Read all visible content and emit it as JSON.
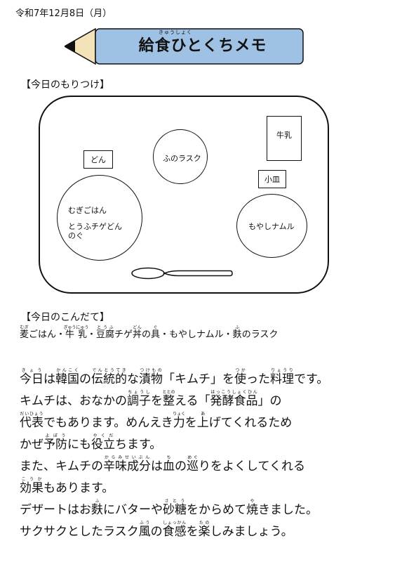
{
  "date": "令和7年12月8日（月）",
  "header": {
    "ruby": "きゅうしょく",
    "title": "給食ひとくちメモ"
  },
  "tray_section": {
    "label": "【今日のもりつけ】",
    "items": {
      "don_label": "どん",
      "bowl_line1": "むぎごはん",
      "bowl_line2": "とうふチゲどん",
      "bowl_line3": "のぐ",
      "rusk": "ふのラスク",
      "milk": "牛乳",
      "kozara_label": "小皿",
      "namul": "もやしナムル"
    }
  },
  "menu_section": {
    "label": "【今日のこんだて】",
    "items": [
      {
        "text": "麦",
        "rt": "むぎ"
      },
      {
        "text": "ごはん・"
      },
      {
        "text": "牛乳",
        "rt": "ぎゅうにゅう"
      },
      {
        "text": "・"
      },
      {
        "text": "豆腐",
        "rt": "とうふ"
      },
      {
        "text": "チゲ"
      },
      {
        "text": "丼",
        "rt": "どん"
      },
      {
        "text": "の"
      },
      {
        "text": "具",
        "rt": "ぐ"
      },
      {
        "text": "・もやしナムル・"
      },
      {
        "text": "麩",
        "rt": "ふ"
      },
      {
        "text": "のラスク"
      }
    ]
  },
  "message": [
    [
      {
        "text": "今日",
        "rt": "きょう"
      },
      {
        "text": "は"
      },
      {
        "text": "韓国",
        "rt": "かんこく"
      },
      {
        "text": "の"
      },
      {
        "text": "伝統的",
        "rt": "でんとうてき"
      },
      {
        "text": "な"
      },
      {
        "text": "漬物",
        "rt": "つけもの"
      },
      {
        "text": "「キムチ」を"
      },
      {
        "text": "使",
        "rt": "つか"
      },
      {
        "text": "った"
      },
      {
        "text": "料理",
        "rt": "りょうり"
      },
      {
        "text": "です。"
      }
    ],
    [
      {
        "text": "キムチは、おなかの"
      },
      {
        "text": "調子",
        "rt": "ちょうし"
      },
      {
        "text": "を"
      },
      {
        "text": "整",
        "rt": "ととの"
      },
      {
        "text": "える「"
      },
      {
        "text": "発酵食品",
        "rt": "はっこうしょくひん"
      },
      {
        "text": "」の"
      }
    ],
    [
      {
        "text": "代表",
        "rt": "だいひょう"
      },
      {
        "text": "でもあります。めんえき"
      },
      {
        "text": "力",
        "rt": "りょく"
      },
      {
        "text": "を"
      },
      {
        "text": "上",
        "rt": "あ"
      },
      {
        "text": "げてくれるため"
      }
    ],
    [
      {
        "text": "かぜ"
      },
      {
        "text": "予防",
        "rt": "よぼう"
      },
      {
        "text": "にも"
      },
      {
        "text": "役立",
        "rt": "やくだ"
      },
      {
        "text": "ちます。"
      }
    ],
    [
      {
        "text": "また、キムチの"
      },
      {
        "text": "辛味成分",
        "rt": "からみせいぶん"
      },
      {
        "text": "は"
      },
      {
        "text": "血",
        "rt": "ち"
      },
      {
        "text": "の"
      },
      {
        "text": "巡",
        "rt": "めぐ"
      },
      {
        "text": "りをよくしてくれる"
      }
    ],
    [
      {
        "text": "効果",
        "rt": "こうか"
      },
      {
        "text": "もあります。"
      }
    ],
    [
      {
        "text": "デザートはお"
      },
      {
        "text": "麩",
        "rt": "ふ"
      },
      {
        "text": "にバターや"
      },
      {
        "text": "砂糖",
        "rt": "さとう"
      },
      {
        "text": "をからめて"
      },
      {
        "text": "焼",
        "rt": "や"
      },
      {
        "text": "きました。"
      }
    ],
    [
      {
        "text": "サクサクとしたラスク"
      },
      {
        "text": "風",
        "rt": "ふう"
      },
      {
        "text": "の"
      },
      {
        "text": "食感",
        "rt": "しょっかん"
      },
      {
        "text": "を"
      },
      {
        "text": "楽",
        "rt": "たの"
      },
      {
        "text": "しみましょう。"
      }
    ]
  ],
  "colors": {
    "pencil_blue": "#9fc2e4",
    "pencil_tip": "#f4e2b8",
    "ink": "#111111"
  }
}
